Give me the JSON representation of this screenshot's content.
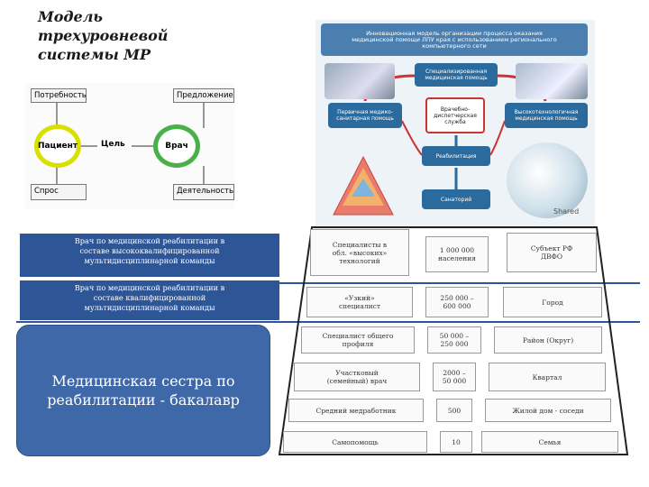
{
  "title": "Модель\nтрехуровневой\nсистемы МР",
  "needs_model": {
    "need": "Потребность",
    "offer": "Предложение",
    "patient": "Пациент",
    "goal": "Цель",
    "doctor": "Врач",
    "demand": "Спрос",
    "activity": "Деятельность"
  },
  "bars": {
    "high": "Врач по медицинской реабилитации в\nсоставе высококвалифицированной\nмультидисциплинарной команды",
    "mid": "Врач по медицинской реабилитации в\nсоставе квалифицированной\nмультидисциплинарной команды"
  },
  "nurse": "Медицинская сестра по\nреабилитации - бакалавр",
  "infographic": {
    "header": "Инновационная модель организации процесса оказания\nмедицинской помощи ЛПУ края с использованием регионального\nкомпьютерного сети",
    "specialized": "Специализированная\nмедицинская помощь",
    "primary": "Первичная медико-\nсанитарная помощь",
    "dispatch": "Врачебно-\nдиспетчерская\nслужба",
    "hightech": "Высокотехнологичная\nмедицинская помощь",
    "rehab": "Реабилитация",
    "sanatorium": "Санаторий",
    "shared": "Shared"
  },
  "table": {
    "rows": [
      [
        "Специалисты в\nобл. «высоких»\nтехнологий",
        "1 000 000\nнаселения",
        "Субъект РФ\nДВФО"
      ],
      [
        "«Узкий»\nспециалист",
        "250 000 –\n600 000",
        "Город"
      ],
      [
        "Специалист общего\nпрофиля",
        "50 000 –\n250 000",
        "Район (Округ)"
      ],
      [
        "Участковый\n(семейный) врач",
        "2000 –\n50 000",
        "Квартал"
      ],
      [
        "Средний медработник",
        "500",
        "Жилой дом - соседи"
      ],
      [
        "Самопомощь",
        "10",
        "Семья"
      ]
    ]
  }
}
